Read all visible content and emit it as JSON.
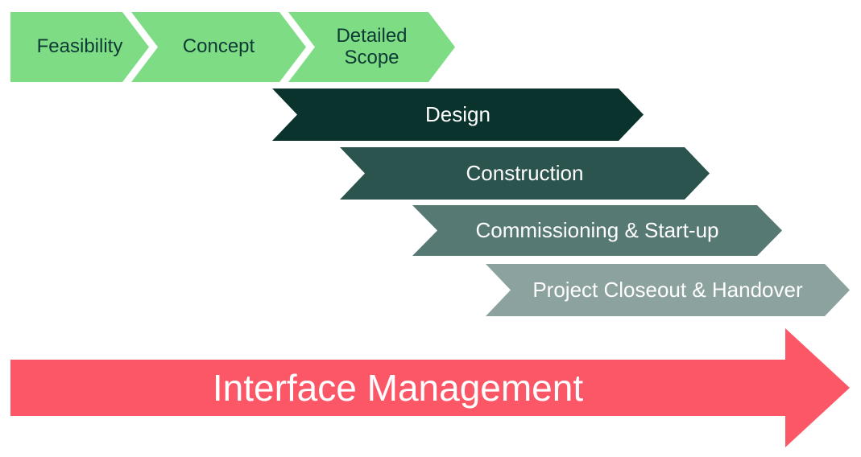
{
  "diagram": {
    "type": "process-chevron-diagram"
  },
  "colors": {
    "green_phase": "#7edc84",
    "green_phase_text": "#0d3a34",
    "design": "#0b332e",
    "construction": "#2b544e",
    "commissioning": "#577974",
    "closeout": "#8ca29e",
    "row_text": "#ffffff",
    "interface_arrow": "#fc5767",
    "interface_arrow_text": "#ffffff"
  },
  "phases": [
    {
      "label": "Feasibility",
      "color": "#7edc84",
      "text_color": "#0d3a34"
    },
    {
      "label": "Concept",
      "color": "#7edc84",
      "text_color": "#0d3a34"
    },
    {
      "label": "Detailed Scope",
      "color": "#7edc84",
      "text_color": "#0d3a34"
    },
    {
      "label": "Design",
      "color": "#0b332e",
      "text_color": "#ffffff"
    },
    {
      "label": "Construction",
      "color": "#2b544e",
      "text_color": "#ffffff"
    },
    {
      "label": "Commissioning & Start-up",
      "color": "#577974",
      "text_color": "#ffffff"
    },
    {
      "label": "Project Closeout & Handover",
      "color": "#8ca29e",
      "text_color": "#ffffff"
    }
  ],
  "interface_arrow": {
    "label": "Interface Management",
    "color": "#fc5767",
    "text_color": "#ffffff"
  }
}
